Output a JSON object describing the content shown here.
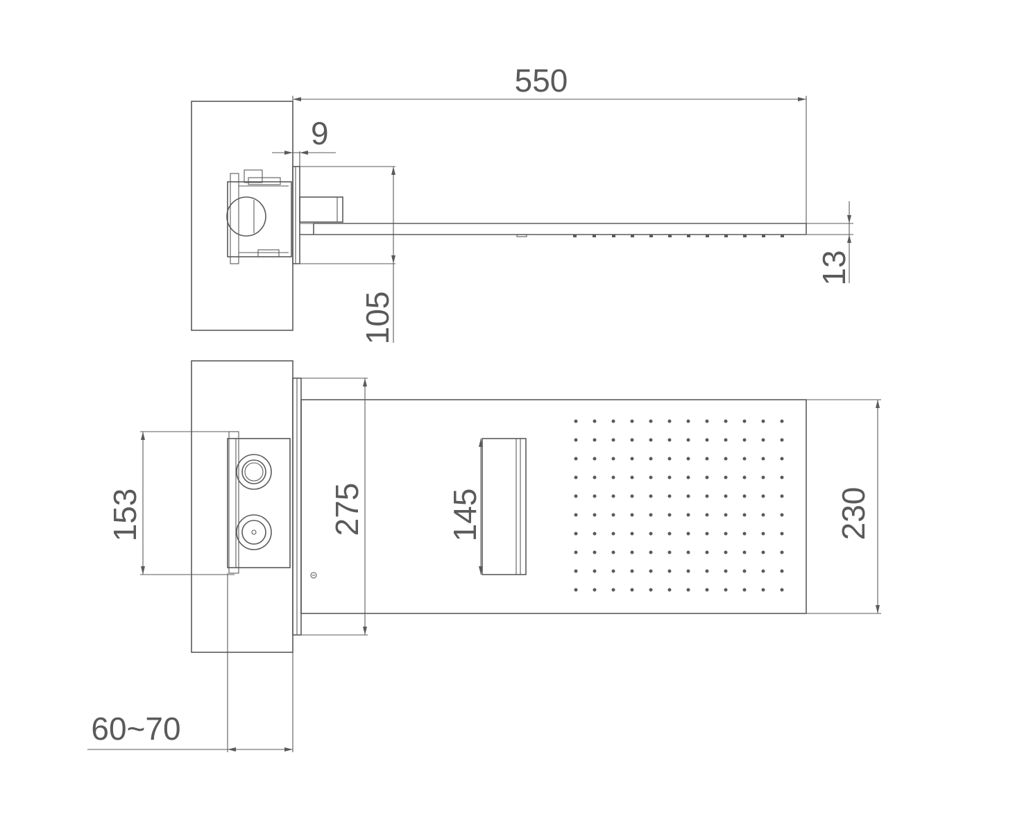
{
  "dimensions": {
    "total_length": "550",
    "wall_plate_gap": "9",
    "side_height": "105",
    "plate_thickness": "13",
    "valve_spacing": "153",
    "plate_height": "275",
    "spout_height": "145",
    "head_width": "230",
    "wall_depth": "60~70"
  },
  "colors": {
    "line": "#5a5a5a",
    "background": "#ffffff"
  }
}
